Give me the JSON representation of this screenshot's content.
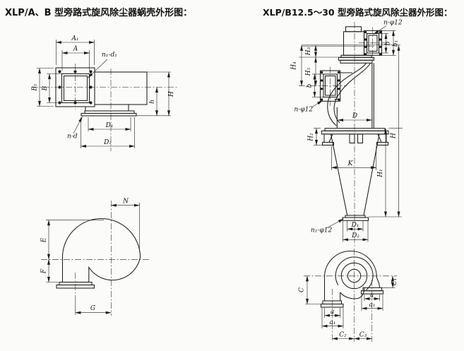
{
  "titles": {
    "left": "XLP/A、B 型旁路式旋风除尘器蜗壳外形图：",
    "right": "XLP/B12.5～30 型旁路式旋风除尘器外形图："
  },
  "colors": {
    "ink": "#1c1c1c",
    "paper": "#fbfbf9"
  },
  "fig_volute_casing": {
    "labels": {
      "A1": "A₁",
      "A": "A",
      "n1d1": "n₁-d₁",
      "B1": "B₁",
      "B": "B",
      "nd": "n-d",
      "D1": "D₁",
      "D2": "D₂",
      "H": "H",
      "h": "h"
    }
  },
  "fig_spiral": {
    "labels": {
      "N": "N",
      "E": "E",
      "F": "F",
      "G": "G"
    }
  },
  "fig_cyclone": {
    "labels": {
      "nphi12_top": "n-φ12",
      "b_top": "b",
      "b1_top": "b₁",
      "H3": "H₃",
      "H4": "H₄",
      "H5": "H₅",
      "b_side": "b",
      "nphi12_side": "n-φ12",
      "D": "D",
      "H2": "H₂",
      "K": "K",
      "H1": "H₁",
      "H": "H",
      "n1phi12": "n₁-φ12",
      "D1": "D₁",
      "D2": "D₂"
    }
  },
  "fig_volute_top": {
    "labels": {
      "C": "C",
      "C1": "C₁",
      "a_left": "a",
      "a1_left": "a₁",
      "a_right": "a",
      "a1_right": "a₁",
      "C2": "C₂",
      "C3": "C₃"
    }
  }
}
